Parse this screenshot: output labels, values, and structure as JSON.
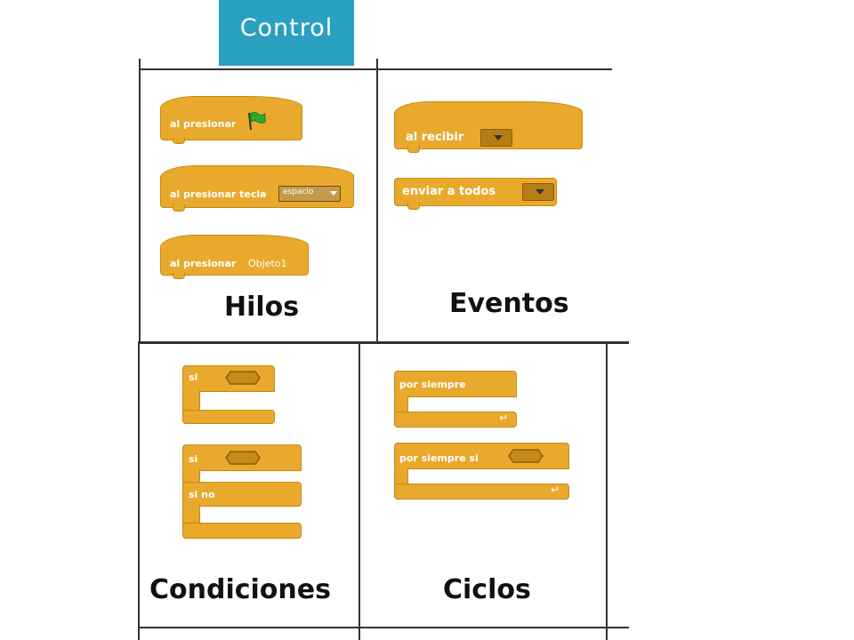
{
  "slide": {
    "title": "Control"
  },
  "colors": {
    "title_bg": "#2aa0c0",
    "block": "#e8a92c",
    "block_border": "#c58b16",
    "flag": "#2eaa2e"
  },
  "panels": {
    "hilos": {
      "caption": "Hilos",
      "blocks": [
        {
          "label": "al presionar",
          "icon": "green-flag-icon"
        },
        {
          "label": "al presionar tecla",
          "dropdown": "espacio"
        },
        {
          "label": "al presionar",
          "value": "Objeto1"
        }
      ]
    },
    "eventos": {
      "caption": "Eventos",
      "blocks": [
        {
          "label": "al recibir"
        },
        {
          "label": "enviar a todos"
        }
      ]
    },
    "condiciones": {
      "caption": "Condiciones",
      "blocks": [
        {
          "label": "si"
        },
        {
          "label": "si",
          "else_label": "si no"
        }
      ]
    },
    "ciclos": {
      "caption": "Ciclos",
      "blocks": [
        {
          "label": "por siempre"
        },
        {
          "label": "por siempre si"
        }
      ]
    }
  }
}
